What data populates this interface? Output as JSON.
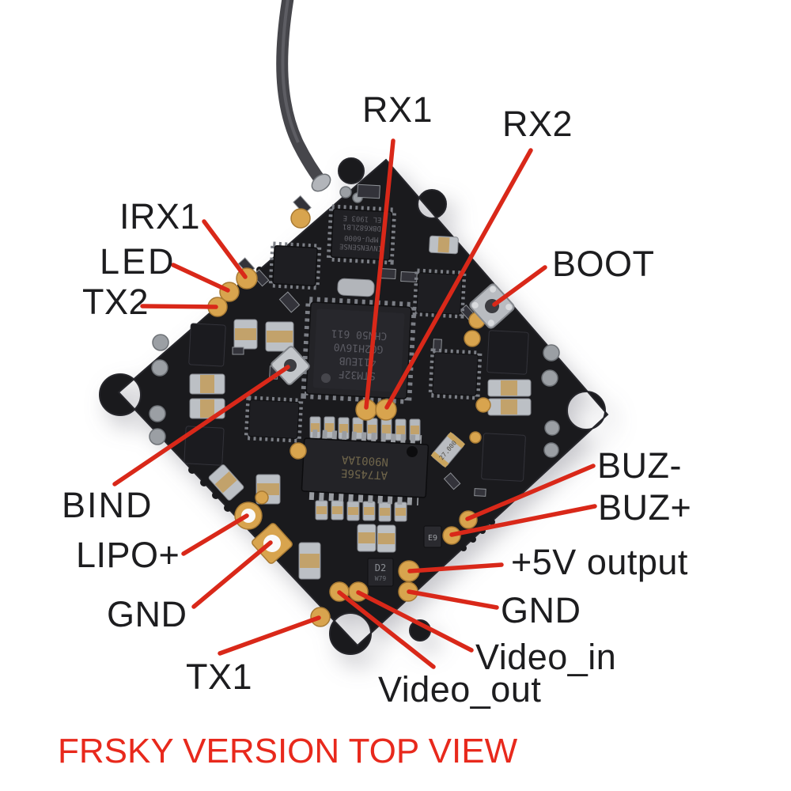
{
  "caption": "FRSKY VERSION TOP VIEW",
  "pins": {
    "rx1": "RX1",
    "rx2": "RX2",
    "irx1": "IRX1",
    "led": "LED",
    "tx2": "TX2",
    "boot": "BOOT",
    "bind": "BIND",
    "lipo": "LIPO+",
    "gnd_left": "GND",
    "tx1": "TX1",
    "video_out": "Video_out",
    "video_in": "Video_in",
    "gnd_right": "GND",
    "v5_out": "+5V output",
    "buz_plus": "BUZ+",
    "buz_minus": "BUZ-"
  },
  "chips": {
    "imu": {
      "l1": "INVENSENSE",
      "l2": "MPU-6000",
      "l3": "DBK682LB1",
      "l4": "EL 1903 E"
    },
    "mcu": {
      "l1": "STM32F",
      "l2": "411EUB",
      "l3": "G02H16V0",
      "l4": "CHN50 611"
    },
    "osd": {
      "l1": "AT7456E",
      "l2": "N9001AA"
    },
    "crystal": "27.000",
    "diode": "D2",
    "diode_sub": "W79",
    "transistor": "E9"
  },
  "colors": {
    "annotation_line": "#d92819",
    "caption_text": "#e8291c",
    "label_text": "#1d1d1f",
    "board": "#1a1a1d",
    "pad_gold": "#d8a44e"
  }
}
